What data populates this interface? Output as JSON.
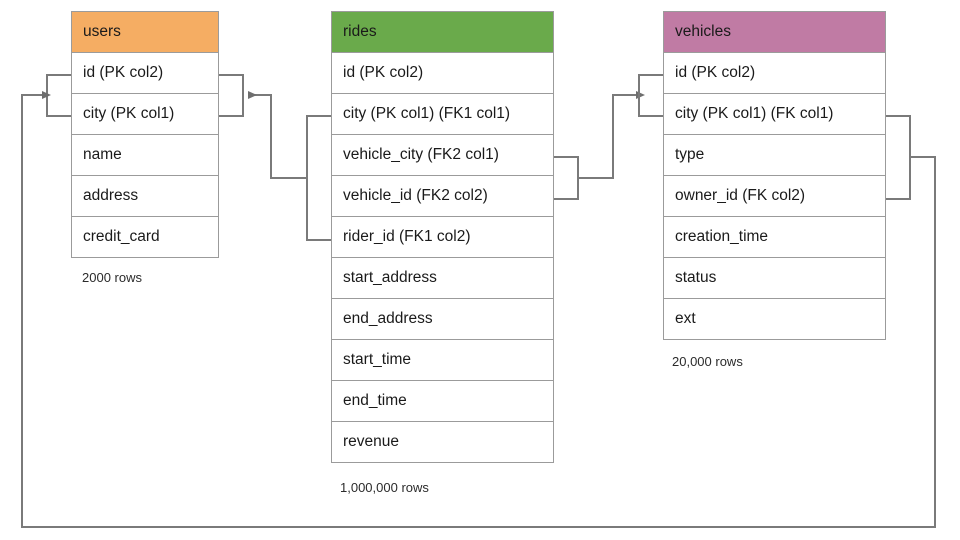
{
  "diagram": {
    "title": "",
    "colors": {
      "users_header": "#f5ad63",
      "rides_header": "#6aaa4b",
      "vehicles_header": "#c07ba4",
      "connector_line": "#7a7a7a",
      "cell_border": "#9b9b9b",
      "cell_background": "#ffffff",
      "text": "#1a1a1a"
    },
    "tables": [
      {
        "name": "users",
        "header_color": "#f5ad63",
        "row_count_label": "2000 rows",
        "columns": [
          {
            "label": "id (PK col2)"
          },
          {
            "label": "city (PK col1)"
          },
          {
            "label": "name"
          },
          {
            "label": "address"
          },
          {
            "label": "credit_card"
          }
        ]
      },
      {
        "name": "rides",
        "header_color": "#6aaa4b",
        "row_count_label": "1,000,000 rows",
        "columns": [
          {
            "label": "id (PK col2)"
          },
          {
            "label": "city (PK col1) (FK1 col1)"
          },
          {
            "label": "vehicle_city (FK2 col1)"
          },
          {
            "label": "vehicle_id (FK2 col2)"
          },
          {
            "label": "rider_id (FK1 col2)"
          },
          {
            "label": "start_address"
          },
          {
            "label": "end_address"
          },
          {
            "label": "start_time"
          },
          {
            "label": "end_time"
          },
          {
            "label": "revenue"
          }
        ]
      },
      {
        "name": "vehicles",
        "header_color": "#c07ba4",
        "row_count_label": "20,000 rows",
        "columns": [
          {
            "label": "id (PK col2)"
          },
          {
            "label": "city (PK col1) (FK col1)"
          },
          {
            "label": "type"
          },
          {
            "label": "owner_id (FK col2)"
          },
          {
            "label": "creation_time"
          },
          {
            "label": "status"
          },
          {
            "label": "ext"
          }
        ]
      }
    ],
    "relationships": [
      {
        "name": "rides-rider-to-users",
        "from_table": "rides",
        "from_columns": [
          "city (PK col1) (FK1 col1)",
          "rider_id (FK1 col2)"
        ],
        "to_table": "users",
        "to_columns": [
          "id (PK col2)",
          "city (PK col1)"
        ],
        "arrow": "to-users-right"
      },
      {
        "name": "rides-vehicle-to-vehicles",
        "from_table": "rides",
        "from_columns": [
          "vehicle_city (FK2 col1)",
          "vehicle_id (FK2 col2)"
        ],
        "to_table": "vehicles",
        "to_columns": [
          "id (PK col2)",
          "city (PK col1) (FK col1)"
        ],
        "arrow": "to-vehicles-left"
      },
      {
        "name": "vehicles-owner-to-users",
        "from_table": "vehicles",
        "from_columns": [
          "city (PK col1) (FK col1)",
          "owner_id (FK col2)"
        ],
        "to_table": "users",
        "to_columns": [
          "id (PK col2)",
          "city (PK col1)"
        ],
        "arrow": "to-users-left"
      }
    ]
  }
}
